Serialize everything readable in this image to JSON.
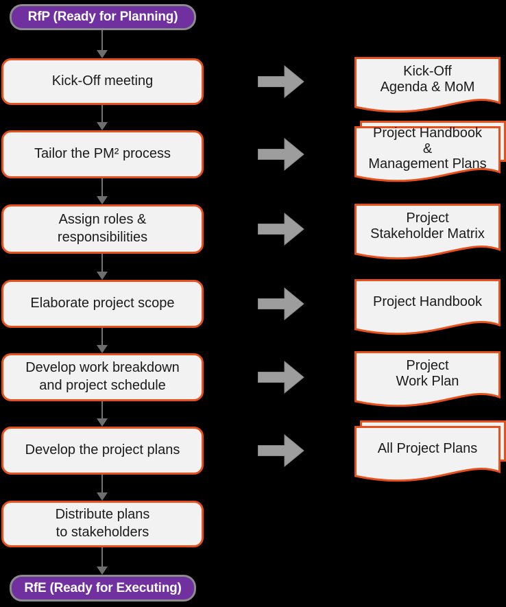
{
  "diagram_kind": "flowchart",
  "colors": {
    "background": "#000000",
    "gate_fill": "#7030A0",
    "gate_border": "#8C8C8C",
    "gate_text": "#FFFFFF",
    "step_fill": "#F2F2F2",
    "step_border": "#E8501B",
    "step_text": "#1A1A1A",
    "document_fill": "#F2F2F2",
    "document_border": "#E8501B",
    "block_arrow_fill": "#9D9D9D",
    "connector_gray": "#757575"
  },
  "start_gate": {
    "label": "RfP (Ready for Planning)"
  },
  "end_gate": {
    "label": "RfE (Ready for Executing)"
  },
  "steps": [
    {
      "label": "Kick-Off meeting"
    },
    {
      "label": "Tailor the PM² process"
    },
    {
      "label": "Assign roles &\nresponsibilities"
    },
    {
      "label": "Elaborate project scope"
    },
    {
      "label": "Develop work breakdown\nand project schedule"
    },
    {
      "label": "Develop the project plans"
    },
    {
      "label": "Distribute plans\nto stakeholders"
    }
  ],
  "artifacts": [
    {
      "label": "Kick-Off\nAgenda & MoM",
      "stacked": false
    },
    {
      "label": "Project Handbook\n&\nManagement Plans",
      "stacked": true
    },
    {
      "label": "Project\nStakeholder Matrix",
      "stacked": false
    },
    {
      "label": "Project Handbook",
      "stacked": false
    },
    {
      "label": "Project\nWork Plan",
      "stacked": false
    },
    {
      "label": "All Project Plans",
      "stacked": true
    }
  ],
  "icons": {
    "block_arrow": "right-block-arrow-icon",
    "connector": "down-arrow-icon"
  }
}
